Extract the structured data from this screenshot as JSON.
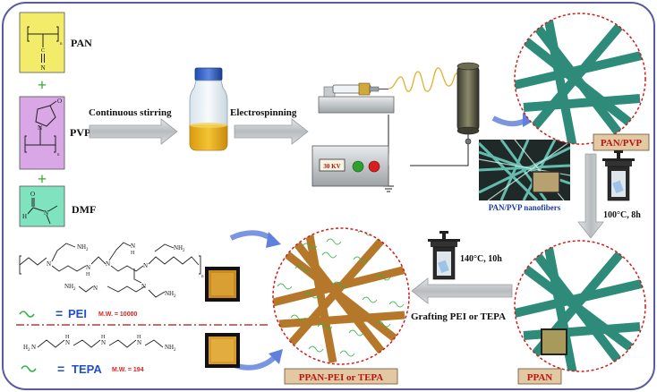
{
  "reagents": {
    "pan": "PAN",
    "pvp": "PVP",
    "dmf": "DMF",
    "plus": "+",
    "n_sub": "n",
    "pvp_o": "O",
    "pvp_n": "N",
    "dmf_o": "O",
    "dmf_h": "H",
    "dmf_n": "N",
    "pan_n": "N",
    "pan_c": "C"
  },
  "steps": {
    "stirring": "Continuous stirring",
    "electrospinning": "Electrospinning",
    "voltage": "30 KV",
    "heat": "100°C, 8h",
    "graft_cond": "140°C, 10h",
    "grafting": "Grafting PEI or TEPA"
  },
  "fibers": {
    "pan_pvp": "PAN/PVP",
    "nanofibers": "PAN/PVP nanofibers",
    "ppan": "PPAN",
    "ppan_graft": "PPAN-PEI or TEPA"
  },
  "legend": {
    "equals": "=",
    "pei": "PEI",
    "pei_mw": "M.W. = 10000",
    "tepa": "TEPA",
    "tepa_mw": "M.W. = 194"
  },
  "pei_structure": {
    "nh2": "NH",
    "sub2": "2",
    "n": "N",
    "h": "H",
    "n_sub": "n"
  },
  "colors": {
    "frame": "#5a5aa0",
    "fiber_green": "#2e8b7a",
    "fiber_brown": "#b5782a",
    "circle": "#d01c1c",
    "pei_text": "#1f4fd0",
    "mw_text": "#e02020",
    "plus": "#3aa832",
    "pan_box": "#f3ec6a",
    "pvp_box": "#d9a6e6",
    "dmf_box": "#7fe3c0",
    "label_box": "#e2c9a3"
  }
}
